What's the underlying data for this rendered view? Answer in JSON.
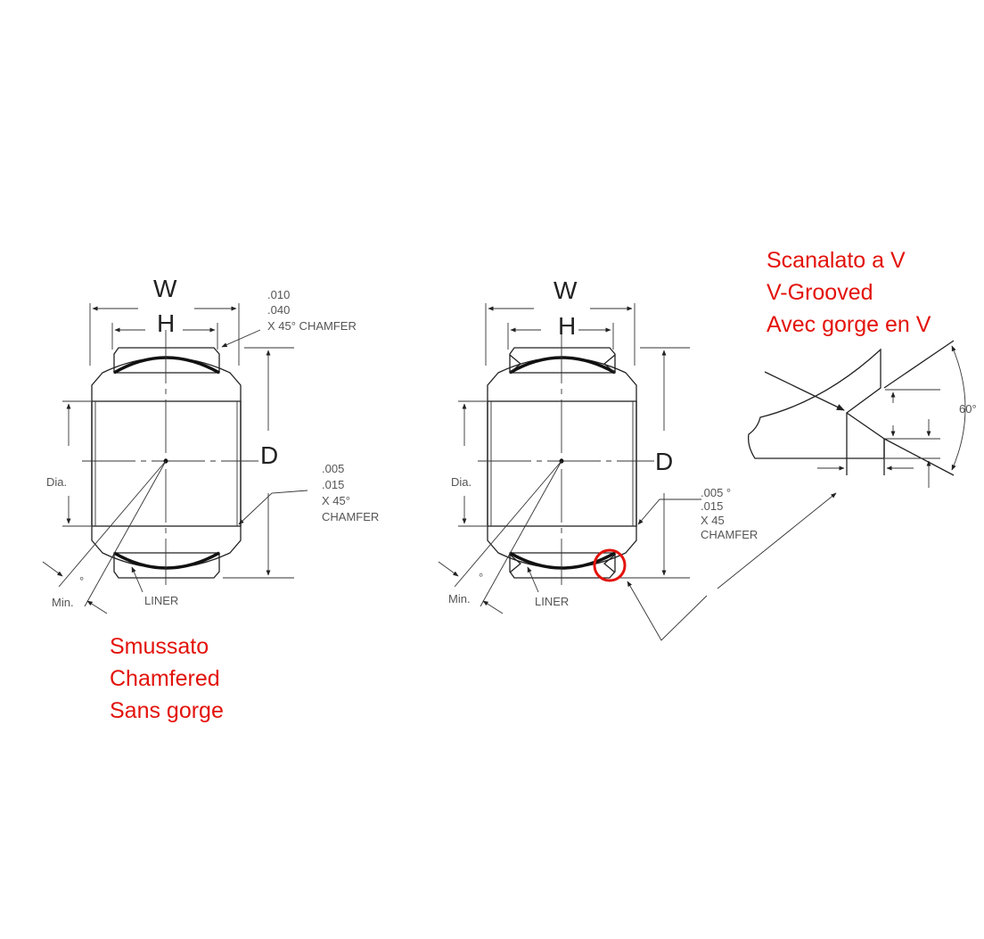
{
  "left_view": {
    "caption": [
      "Smussato",
      "Chamfered",
      "Sans gorge"
    ],
    "dim_w": "W",
    "dim_h": "H",
    "dim_d": "D",
    "dia_label": "Dia.",
    "min_label": "Min.",
    "degree_mark": "°",
    "liner_label": "LINER",
    "top_chamfer": [
      ".010",
      ".040",
      "X 45° CHAMFER"
    ],
    "bottom_chamfer": [
      ".005",
      ".015",
      "X 45°",
      "CHAMFER"
    ]
  },
  "middle_view": {
    "dim_w": "W",
    "dim_h": "H",
    "dim_d": "D",
    "dia_label": "Dia.",
    "min_label": "Min.",
    "degree_mark": "°",
    "liner_label": "LINER",
    "bottom_chamfer": [
      ".005 °",
      ".015",
      "X 45",
      "CHAMFER"
    ],
    "highlight_color": "#e3120b"
  },
  "detail_view": {
    "caption": [
      "Scanalato a V",
      "V-Grooved",
      "Avec gorge en V"
    ],
    "angle_label": "60°"
  },
  "caption_color": "#e3120b"
}
